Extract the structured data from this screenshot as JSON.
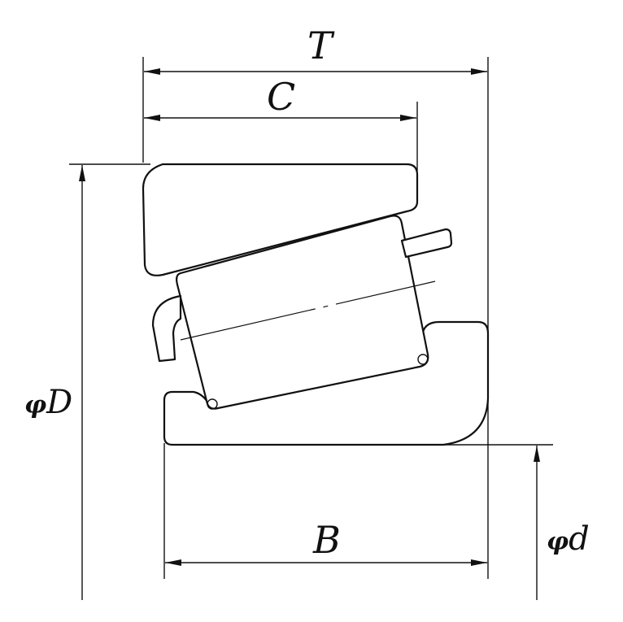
{
  "labels": {
    "overall_width": "T",
    "cup_width": "C",
    "cone_width": "B",
    "outer_diameter_symbol": "φ",
    "outer_diameter": "D",
    "bore_diameter_symbol": "φ",
    "bore_diameter": "d"
  }
}
